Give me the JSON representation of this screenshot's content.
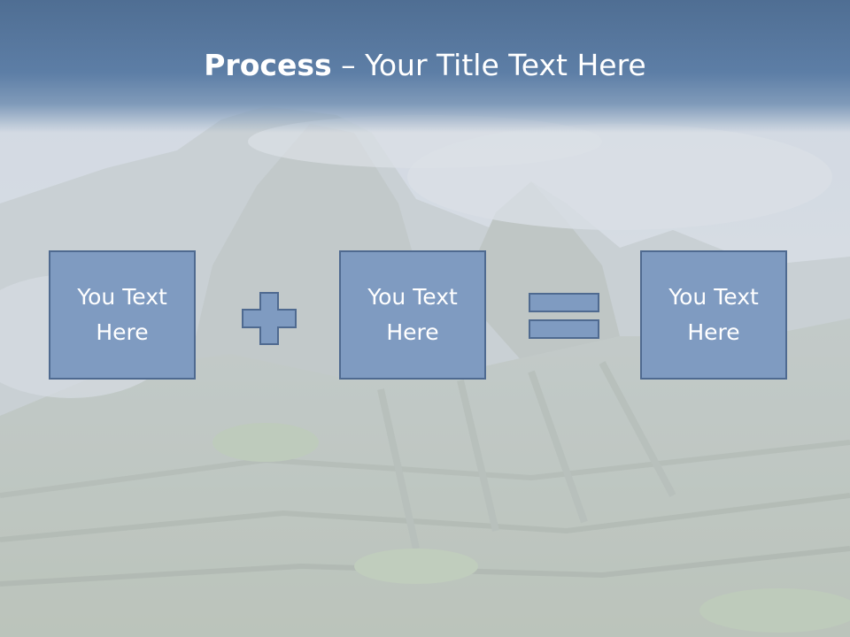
{
  "slide": {
    "title_bold": "Process",
    "title_rest": " – Your Title Text Here"
  },
  "process": {
    "steps": [
      {
        "label": "You Text\nHere"
      },
      {
        "label": "You Text\nHere"
      },
      {
        "label": "You Text\nHere"
      }
    ],
    "operators": [
      "plus-icon",
      "equals-icon"
    ]
  },
  "colors": {
    "title_bar": "#5d7ea6",
    "box_fill": "#7f9bc1",
    "box_border": "#4f6a90",
    "text": "#ffffff"
  }
}
